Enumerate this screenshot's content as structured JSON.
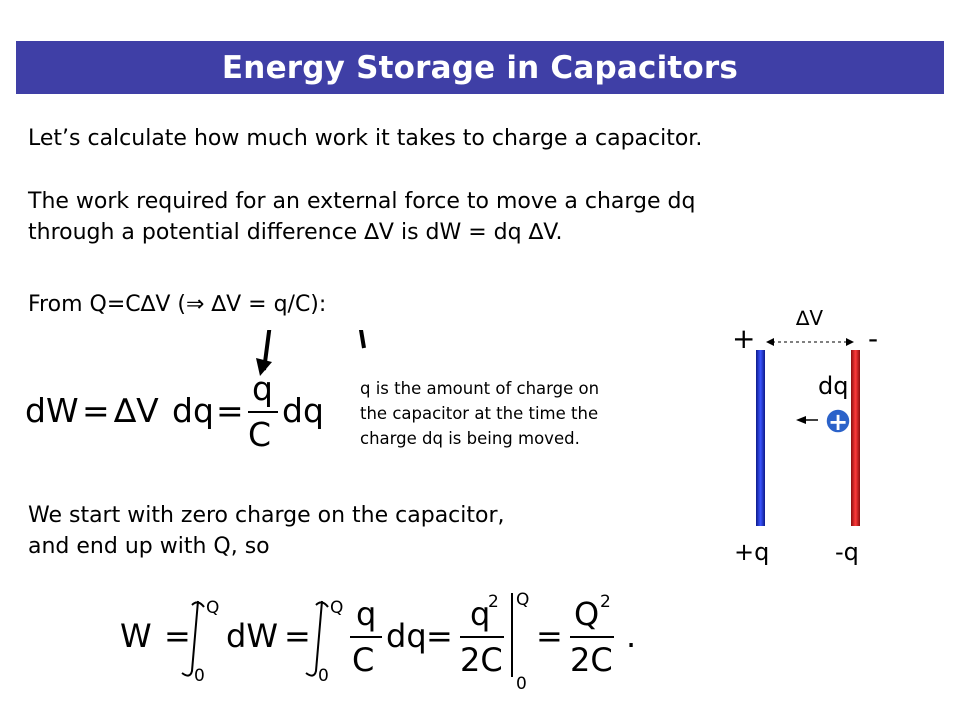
{
  "title": "Energy Storage in Capacitors",
  "paragraphs": {
    "intro": "Let’s calculate how much work it takes to charge a capacitor.",
    "work_line1": "The work required for an external force to move a charge dq",
    "work_line2": "through a potential difference ∆V is dW = dq ∆V.",
    "from_q": "From Q=C∆V (⇒ ∆V = q/C):",
    "start_line1": "We start with zero charge on the capacitor,",
    "start_line2": "and end up with Q, so"
  },
  "equation1": {
    "lhs": "dW",
    "eq1": "=",
    "dv": "∆V",
    "dq1": "dq",
    "eq2": "=",
    "num": "q",
    "den": "C",
    "dq2": "dq"
  },
  "note": {
    "line1": "q is the amount of charge on",
    "line2": "the capacitor at the time the",
    "line3": "charge dq is being moved."
  },
  "equation2": {
    "lhs": "W",
    "eq": "=",
    "int_upper": "Q",
    "int_lower": "0",
    "dw": "dW",
    "num_q": "q",
    "den_c": "C",
    "dq": "dq",
    "sq_num": "q",
    "two_c": "2C",
    "big_q": "Q",
    "exp": "2",
    "period": "."
  },
  "diagram": {
    "delta_v": "∆V",
    "plus_sign": "+",
    "minus_sign": "-",
    "dq_label": "dq",
    "charge_symbol": "+",
    "plus_q": "+q",
    "minus_q": "-q",
    "colors": {
      "title_bg": "#3f3fa6",
      "plate_positive": "#1f2fd0",
      "plate_negative": "#d42020",
      "charge_fill": "#2b62c9"
    }
  }
}
